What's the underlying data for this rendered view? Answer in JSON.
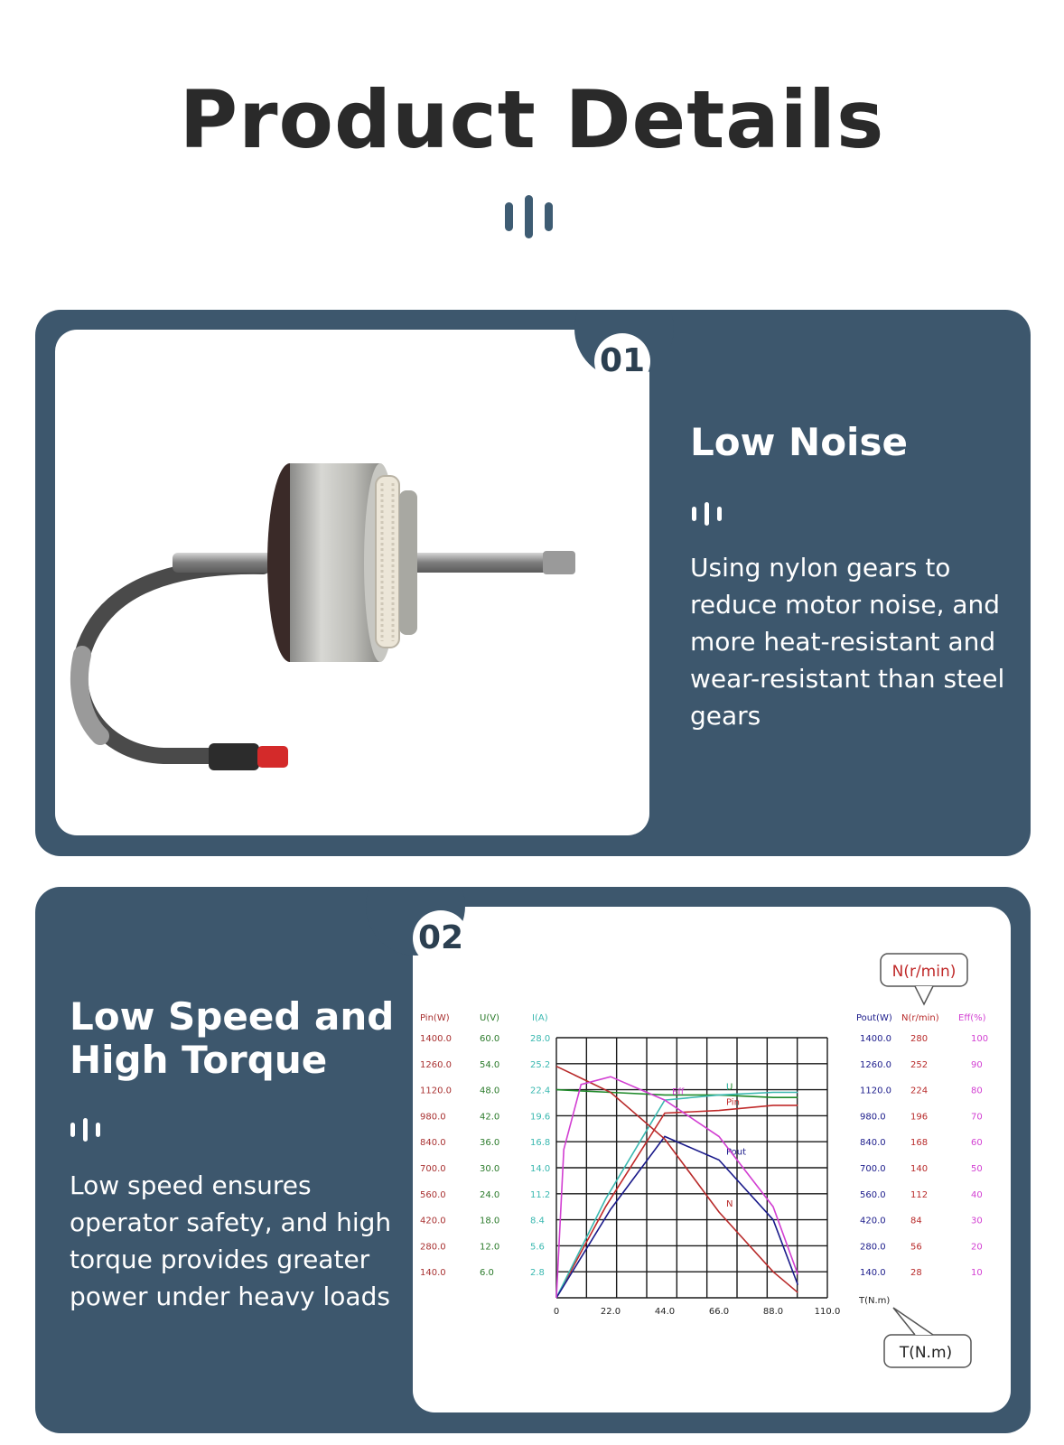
{
  "header": {
    "title": "Product Details"
  },
  "features": [
    {
      "number": "01",
      "title": "Low Noise",
      "description": "Using nylon gears to reduce motor noise, and more heat-resistant and wear-resistant than steel gears"
    },
    {
      "number": "02",
      "title": "Low Speed and High Torque",
      "description": "Low speed ensures operator safety, and high torque provides greater power under heavy loads"
    }
  ],
  "colors": {
    "card": "#3d576d",
    "title": "#2a2a2a",
    "pin": "#c02a2a",
    "u": "#1f8a2a",
    "i": "#3ab8b0",
    "pout": "#1a1a8a",
    "n": "#b82a2a",
    "eff": "#d23fd2"
  },
  "chart_data": {
    "type": "line",
    "callout_top": "N(r/min)",
    "callout_bottom": "T(N.m)",
    "x_axis_label": "T(N.m)",
    "x_ticks": [
      "0",
      "22.0",
      "44.0",
      "66.0",
      "88.0",
      "110.0"
    ],
    "xlim": [
      0,
      110
    ],
    "left_axes": [
      {
        "label": "Pin(W)",
        "color": "#a83030",
        "ticks": [
          "1400.0",
          "1260.0",
          "1120.0",
          "980.0",
          "840.0",
          "700.0",
          "560.0",
          "420.0",
          "280.0",
          "140.0"
        ]
      },
      {
        "label": "U(V)",
        "color": "#2a7a2a",
        "ticks": [
          "60.0",
          "54.0",
          "48.0",
          "42.0",
          "36.0",
          "30.0",
          "24.0",
          "18.0",
          "12.0",
          "6.0"
        ]
      },
      {
        "label": "I(A)",
        "color": "#3ab8b0",
        "ticks": [
          "28.0",
          "25.2",
          "22.4",
          "19.6",
          "16.8",
          "14.0",
          "11.2",
          "8.4",
          "5.6",
          "2.8"
        ]
      }
    ],
    "right_axes": [
      {
        "label": "Pout(W)",
        "color": "#1a1a8a",
        "ticks": [
          "1400.0",
          "1260.0",
          "1120.0",
          "980.0",
          "840.0",
          "700.0",
          "560.0",
          "420.0",
          "280.0",
          "140.0"
        ]
      },
      {
        "label": "N(r/min)",
        "color": "#b82a2a",
        "ticks": [
          "280",
          "252",
          "224",
          "196",
          "168",
          "140",
          "112",
          "84",
          "56",
          "28"
        ]
      },
      {
        "label": "Eff(%)",
        "color": "#d23fd2",
        "ticks": [
          "100",
          "90",
          "80",
          "70",
          "60",
          "50",
          "40",
          "30",
          "20",
          "10"
        ]
      }
    ],
    "series": [
      {
        "name": "Pin",
        "color": "#c02a2a",
        "x": [
          0,
          20,
          44,
          66,
          88,
          98
        ],
        "y": [
          0.0,
          0.35,
          0.71,
          0.72,
          0.74,
          0.74
        ]
      },
      {
        "name": "U",
        "color": "#1f8a2a",
        "x": [
          0,
          22,
          44,
          66,
          88,
          98
        ],
        "y": [
          0.8,
          0.79,
          0.78,
          0.78,
          0.77,
          0.77
        ]
      },
      {
        "name": "I",
        "color": "#3ab8b0",
        "x": [
          0,
          20,
          44,
          66,
          88,
          98
        ],
        "y": [
          0.0,
          0.38,
          0.76,
          0.78,
          0.79,
          0.79
        ]
      },
      {
        "name": "Pout",
        "color": "#1a1a8a",
        "x": [
          0,
          22,
          44,
          66,
          88,
          98
        ],
        "y": [
          0.0,
          0.34,
          0.62,
          0.53,
          0.3,
          0.05
        ]
      },
      {
        "name": "N",
        "color": "#b82a2a",
        "x": [
          0,
          22,
          44,
          66,
          88,
          98
        ],
        "y": [
          0.89,
          0.79,
          0.61,
          0.33,
          0.1,
          0.02
        ]
      },
      {
        "name": "Eff",
        "color": "#d23fd2",
        "x": [
          0,
          3,
          10,
          22,
          44,
          66,
          88,
          98
        ],
        "y": [
          0.0,
          0.57,
          0.82,
          0.85,
          0.76,
          0.62,
          0.35,
          0.09
        ]
      }
    ]
  }
}
